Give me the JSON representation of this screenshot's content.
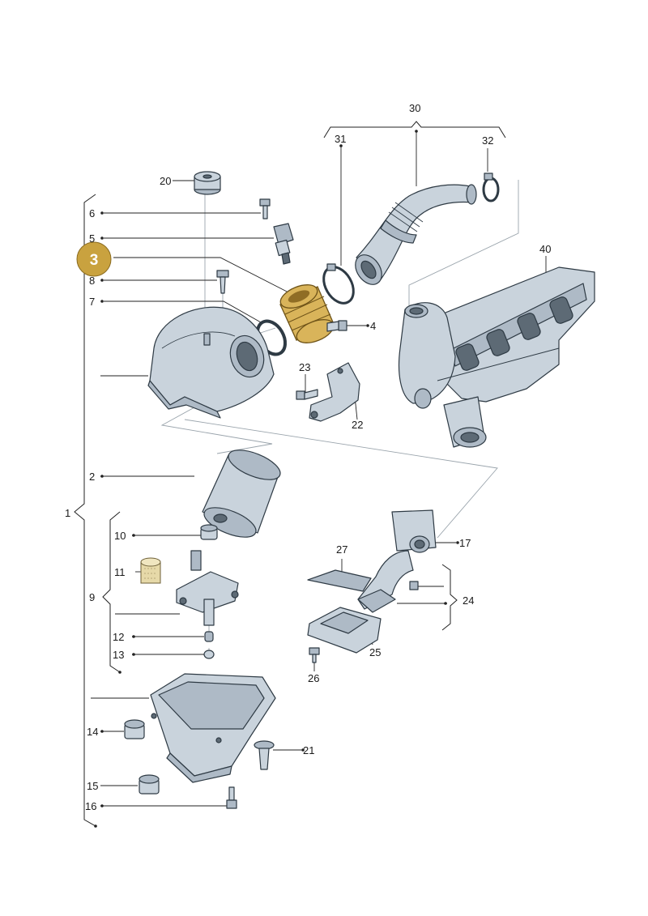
{
  "diagram": {
    "highlight": {
      "number": "3",
      "color": "#c9a23f"
    },
    "callouts": {
      "n1": "1",
      "n2": "2",
      "n4": "4",
      "n5": "5",
      "n6": "6",
      "n7": "7",
      "n8": "8",
      "n9": "9",
      "n10": "10",
      "n11": "11",
      "n12": "12",
      "n13": "13",
      "n14": "14",
      "n15": "15",
      "n16": "16",
      "n17": "17",
      "n20": "20",
      "n21": "21",
      "n22": "22",
      "n23": "23",
      "n24": "24",
      "n25": "25",
      "n26": "26",
      "n27": "27",
      "n30": "30",
      "n31": "31",
      "n32": "32",
      "n40": "40"
    }
  }
}
